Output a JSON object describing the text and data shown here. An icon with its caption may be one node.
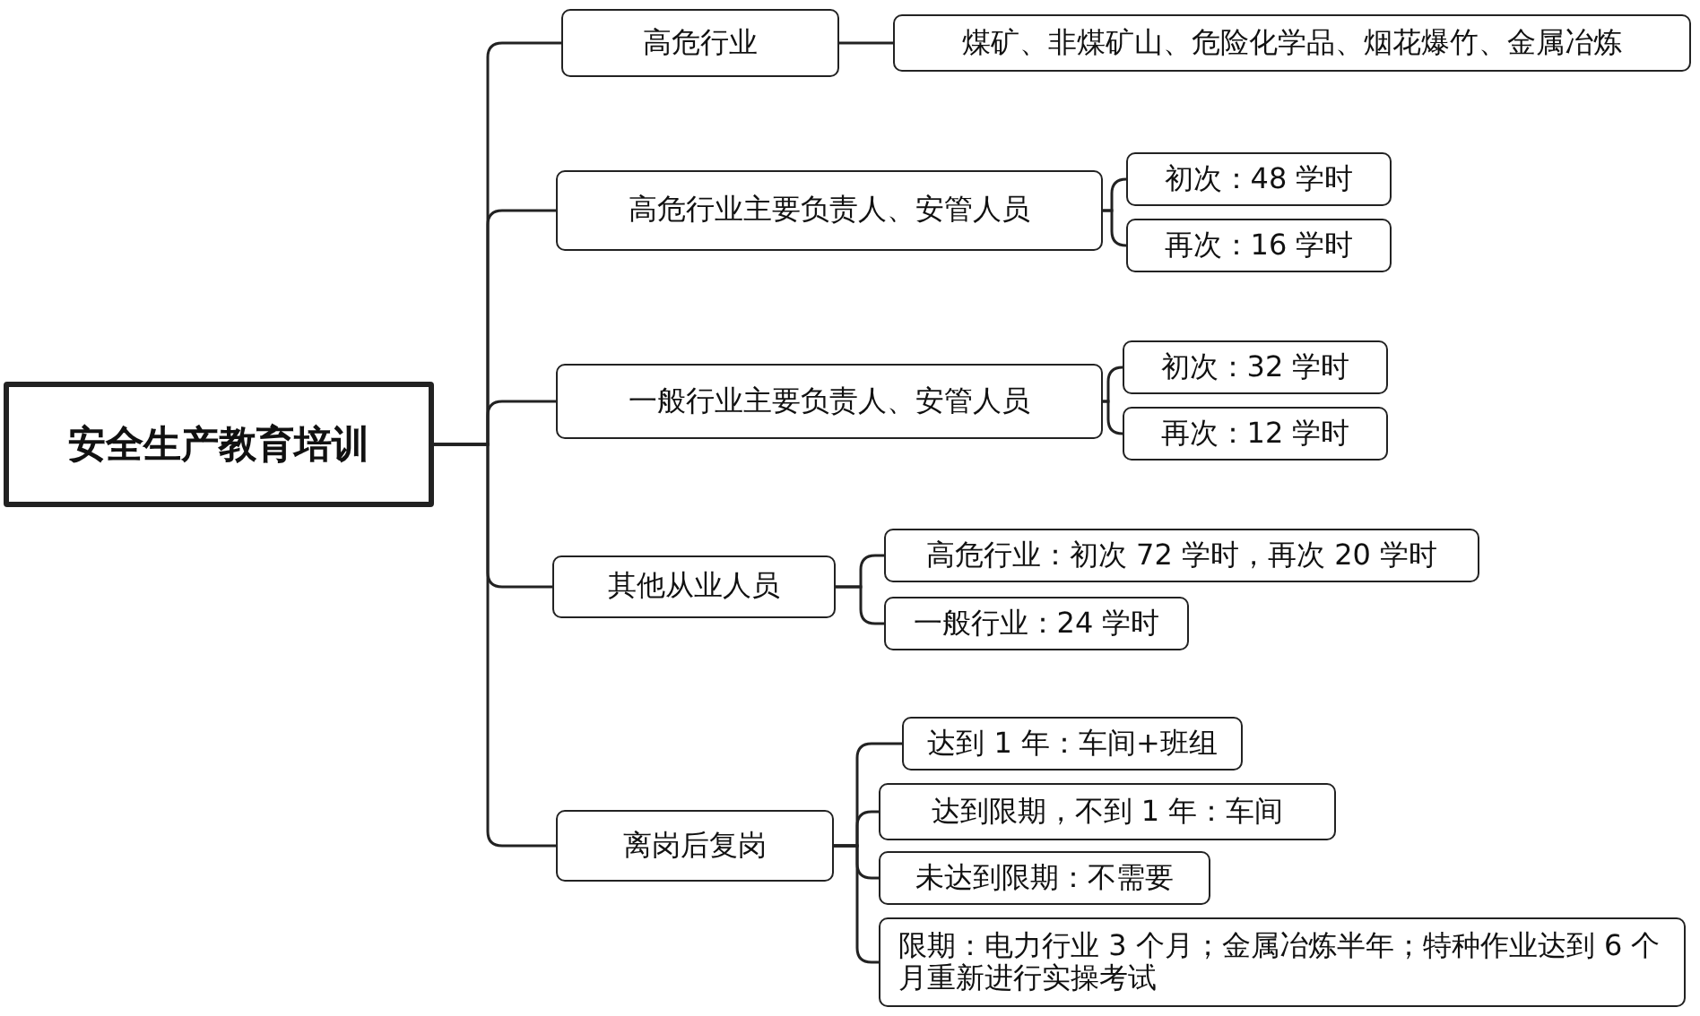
{
  "diagram": {
    "nodes": [
      {
        "text": [
          "安全生产教育培训"
        ]
      },
      {
        "text": [
          "高危行业"
        ]
      },
      {
        "text": [
          "煤矿、非煤矿山、危险化学品、烟花爆竹、金属冶炼"
        ]
      },
      {
        "text": [
          "高危行业主要负责人、安管人员"
        ]
      },
      {
        "text": [
          "初次：48 学时"
        ]
      },
      {
        "text": [
          "再次：16 学时"
        ]
      },
      {
        "text": [
          "一般行业主要负责人、安管人员"
        ]
      },
      {
        "text": [
          "初次：32 学时"
        ]
      },
      {
        "text": [
          "再次：12 学时"
        ]
      },
      {
        "text": [
          "其他从业人员"
        ]
      },
      {
        "text": [
          "高危行业：初次 72 学时，再次 20 学时"
        ]
      },
      {
        "text": [
          "一般行业：24 学时"
        ]
      },
      {
        "text": [
          "离岗后复岗"
        ]
      },
      {
        "text": [
          "达到 1 年：车间+班组"
        ]
      },
      {
        "text": [
          "达到限期，不到 1 年：车间"
        ]
      },
      {
        "text": [
          "未达到限期：不需要"
        ]
      },
      {
        "text": [
          "限期：电力行业 3 个月；金属冶炼半年；特种作业达到 6 个月重新进行实操考试"
        ]
      }
    ],
    "edges": [
      {
        "from": 0,
        "to": 1,
        "arrow": "none"
      },
      {
        "from": 0,
        "to": 3,
        "arrow": "none"
      },
      {
        "from": 0,
        "to": 6,
        "arrow": "none"
      },
      {
        "from": 0,
        "to": 9,
        "arrow": "none"
      },
      {
        "from": 0,
        "to": 12,
        "arrow": "none"
      },
      {
        "from": 1,
        "to": 2,
        "arrow": "none"
      },
      {
        "from": 3,
        "to": 4,
        "arrow": "none"
      },
      {
        "from": 3,
        "to": 5,
        "arrow": "none"
      },
      {
        "from": 6,
        "to": 7,
        "arrow": "none"
      },
      {
        "from": 6,
        "to": 8,
        "arrow": "none"
      },
      {
        "from": 9,
        "to": 10,
        "arrow": "none"
      },
      {
        "from": 9,
        "to": 11,
        "arrow": "none"
      },
      {
        "from": 12,
        "to": 13,
        "arrow": "none"
      },
      {
        "from": 12,
        "to": 14,
        "arrow": "none"
      },
      {
        "from": 12,
        "to": 15,
        "arrow": "none"
      },
      {
        "from": 12,
        "to": 16,
        "arrow": "none"
      }
    ]
  }
}
